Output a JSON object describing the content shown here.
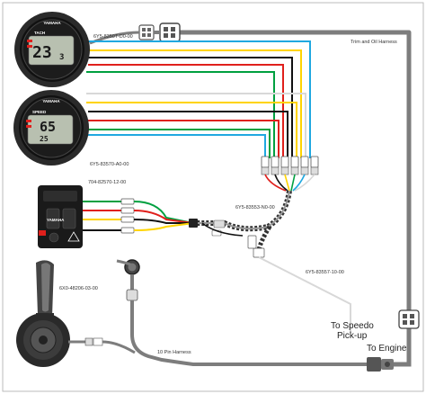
{
  "colors": {
    "harness": "#808080",
    "white_wire": "#d8d8d8",
    "yellow_wire": "#ffd400",
    "green_wire": "#00a040",
    "red_wire": "#e0201c",
    "blue_wire": "#20a8e0",
    "black_wire": "#111111",
    "gauge_bezel": "#2a2a2a",
    "lcd_screen": "#b8c0b0"
  },
  "gauges": {
    "tach": {
      "brand": "YAMAHA",
      "name": "TACH",
      "display_main": "23",
      "display_sub": "3",
      "part_number": "6Y5-8350T-D0-00"
    },
    "speedo": {
      "brand": "YAMAHA",
      "name": "SPEED",
      "display_main": "65",
      "display_sub": "25",
      "part_number": "6Y5-83570-A0-00"
    }
  },
  "switch_panel": {
    "part_number": "704-82570-12-00",
    "brand": "YAMAHA"
  },
  "labels": {
    "trim_oil_harness": "Trim and Oil Harness",
    "hub_harness": "6Y5-83553-N0-00",
    "extension_harness": "6Y5-83557-10-00",
    "remote_control": "6X0-48206-03-00",
    "ten_pin": "10 Pin Harness",
    "to_speedo": "To Speedo",
    "pickup": "Pick-up",
    "to_engine": "To Engine"
  }
}
